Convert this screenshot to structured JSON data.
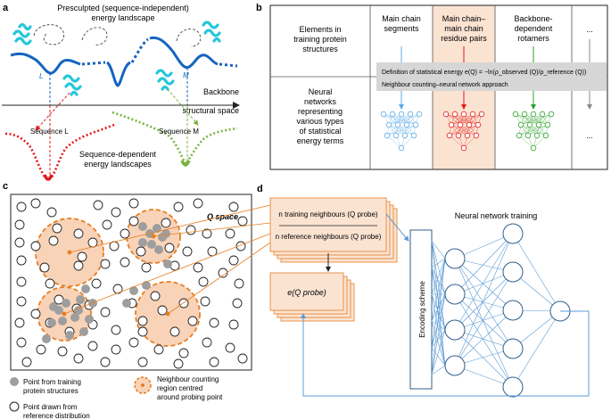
{
  "panel_labels": {
    "a": "a",
    "b": "b",
    "c": "c",
    "d": "d"
  },
  "panel_a": {
    "title_line1": "Presculpted (sequence-independent)",
    "title_line2": "energy landscape",
    "marker_L": "L",
    "marker_M": "M",
    "axis_label_line1": "Backbone",
    "axis_label_line2": "structural space",
    "seq_L": "Sequence L",
    "seq_M": "Sequence M",
    "dep_line1": "Sequence-dependent",
    "dep_line2": "energy landscapes",
    "colors": {
      "landscape": "#1565c0",
      "seqL": "#e41a1c",
      "seqM": "#7cb342",
      "protein": "#26c6da"
    }
  },
  "panel_b": {
    "row1_header_line1": "Elements in",
    "row1_header_line2": "training protein",
    "row1_header_line3": "structures",
    "row2_header_lines": [
      "Neural",
      "networks",
      "representing",
      "various types",
      "of statistical",
      "energy terms"
    ],
    "col1_lines": [
      "Main chain",
      "segments"
    ],
    "col2_lines": [
      "Main chain–",
      "main chain",
      "residue pairs"
    ],
    "col3_lines": [
      "Backbone-",
      "dependent",
      "rotamers"
    ],
    "col4": "...",
    "ellipsis_row2": "...",
    "definition": "Definition of statistical energy e(Q) = −ln(ρ_observed (Q)/ρ_reference (Q))",
    "approach": "Neighbour counting–neural network approach",
    "colors": {
      "col1": "#5aa9e6",
      "col2": "#e41a1c",
      "col3": "#2ca02c",
      "col4": "#888888",
      "col2_bg": "#fbe3d2"
    }
  },
  "panel_c": {
    "space_label": "Q space",
    "legend_training_line1": "Point from training",
    "legend_training_line2": "protein structures",
    "legend_reference_line1": "Point drawn from",
    "legend_reference_line2": "reference distribution",
    "legend_region_line1": "Neighbour counting",
    "legend_region_line2": "region centred",
    "legend_region_line3": "around probing point",
    "colors": {
      "region_fill": "#f9d3b8",
      "region_stroke": "#e67e22",
      "training_point": "#9e9e9e"
    }
  },
  "panel_d": {
    "numerator": "n training neighbours (Q probe)",
    "denominator": "n reference neighbours (Q probe)",
    "energy": "e(Q probe)",
    "network_title": "Neural network training",
    "encoding": "Encoding scheme",
    "colors": {
      "card_fill": "#fbe3d2",
      "card_stroke": "#e67e22",
      "edge": "#5b9bd5",
      "node": "#2f5f8a"
    }
  }
}
